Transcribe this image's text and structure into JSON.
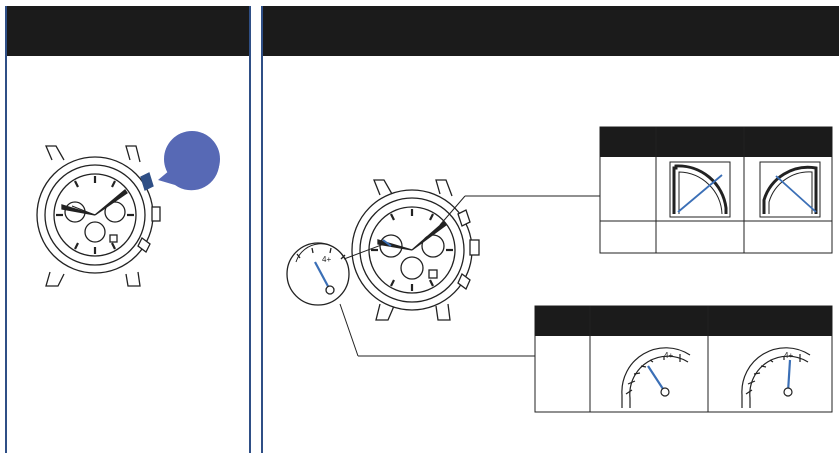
{
  "left_panel": {
    "header": ""
  },
  "right_panel": {
    "header": ""
  },
  "callout": {
    "label": ""
  },
  "magnifier": {
    "tick_label": "4+"
  },
  "table_top": {
    "headers": [
      "",
      "",
      ""
    ],
    "row_labels": [
      "",
      ""
    ]
  },
  "table_bottom": {
    "headers": [
      "",
      "",
      ""
    ],
    "dial_labels": [
      "4+",
      "4+"
    ]
  },
  "colors": {
    "accent": "#2f4f86",
    "callout": "#5769b5",
    "hand": "#3b6fb6",
    "header": "#1b1b1b"
  }
}
